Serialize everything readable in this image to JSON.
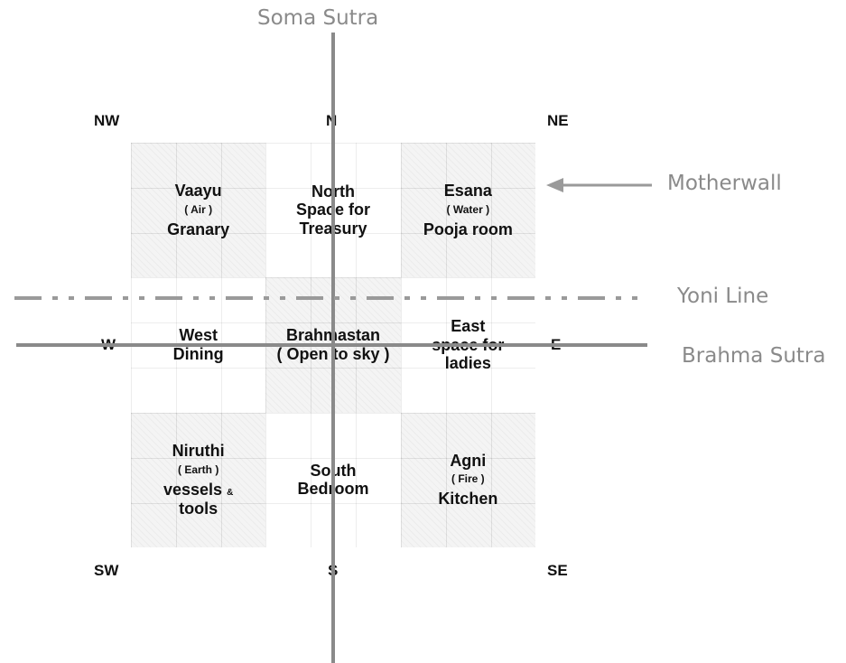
{
  "annotations": {
    "soma_sutra": "Soma Sutra",
    "motherwall": "Motherwall",
    "yoni_line": "Yoni Line",
    "brahma_sutra": "Brahma Sutra"
  },
  "directions": {
    "nw": "NW",
    "n": "N",
    "ne": "NE",
    "w": "W",
    "e": "E",
    "sw": "SW",
    "s": "S",
    "se": "SE"
  },
  "cells": {
    "nw": {
      "line1": "Vaayu",
      "element": "( Air )",
      "line2": "Granary"
    },
    "n": {
      "line1": "North",
      "line2": "Space for",
      "line3": "Treasury"
    },
    "ne": {
      "line1": "Esana",
      "element": "( Water )",
      "line2": "Pooja room"
    },
    "w": {
      "line1": "West",
      "line2": "Dining"
    },
    "c": {
      "line1": "Brahmastan",
      "line2": "( Open to sky )"
    },
    "e": {
      "line1": "East",
      "line2": "space for",
      "line3": "ladies"
    },
    "sw": {
      "line1": "Niruthi",
      "element": "( Earth )",
      "line2": "vessels",
      "amp": "&",
      "line3": "tools"
    },
    "s": {
      "line1": "South",
      "line2": "Bedroom"
    },
    "se": {
      "line1": "Agni",
      "element": "( Fire )",
      "line2": "Kitchen"
    }
  },
  "colors": {
    "line": "#8a8a8a",
    "annotation": "#8a8a8a",
    "text": "#111111"
  }
}
